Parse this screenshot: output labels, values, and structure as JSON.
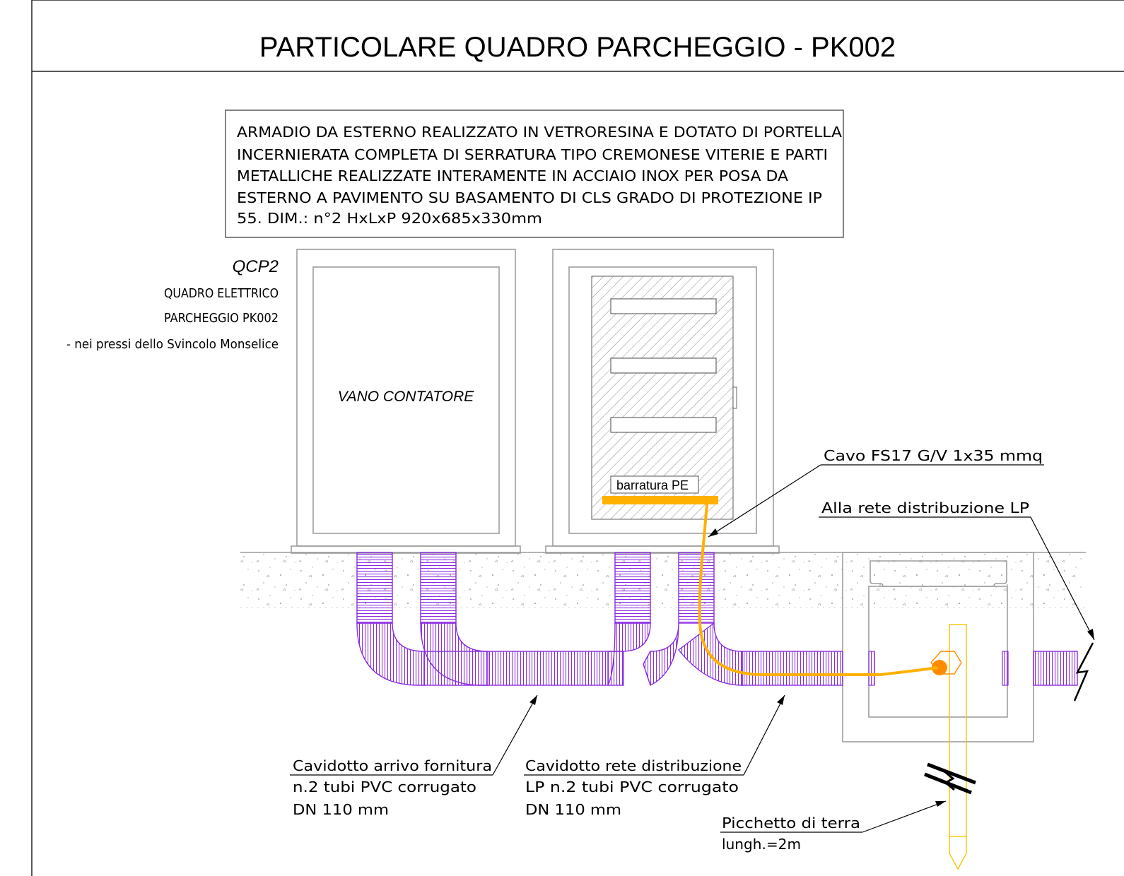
{
  "title": "PARTICOLARE QUADRO PARCHEGGIO - PK002",
  "description_box": {
    "lines": [
      "ARMADIO DA ESTERNO REALIZZATO IN VETRORESINA E DOTATO DI PORTELLA",
      "INCERNIERATA COMPLETA DI SERRATURA TIPO CREMONESE VITERIE E PARTI",
      "METALLICHE REALIZZATE INTERAMENTE IN ACCIAIO INOX PER POSA DA",
      "ESTERNO A PAVIMENTO SU BASAMENTO DI CLS GRADO DI PROTEZIONE IP",
      "55. DIM.: n°2 HxLxP 920x685x330mm"
    ]
  },
  "panel_label": {
    "code": "QCP2",
    "line1": "QUADRO ELETTRICO",
    "line2": "PARCHEGGIO PK002",
    "line3": "- nei pressi dello Svincolo Monselice"
  },
  "cabinet_left_label": "VANO CONTATORE",
  "busbar_label": "barratura PE",
  "callouts": {
    "cable": "Cavo FS17 G/V 1x35 mmq",
    "network": "Alla rete distribuzione LP",
    "conduit_supply": {
      "line1": "Cavidotto arrivo fornitura",
      "line2": "n.2 tubi PVC corrugato",
      "line3": "DN 110 mm"
    },
    "conduit_network": {
      "line1": "Cavidotto rete distribuzione",
      "line2": "LP n.2 tubi PVC corrugato",
      "line3": "DN 110 mm"
    },
    "earth_rod": {
      "line1": "Picchetto di terra",
      "line2": "lungh.=2m"
    }
  },
  "colors": {
    "conduit": "#8a2be2",
    "cable": "#ffb000",
    "earth_rod": "#f5c400",
    "electrode": "#ff8c00",
    "busbar": "#ffb000",
    "outline": "#9e9e9e"
  }
}
